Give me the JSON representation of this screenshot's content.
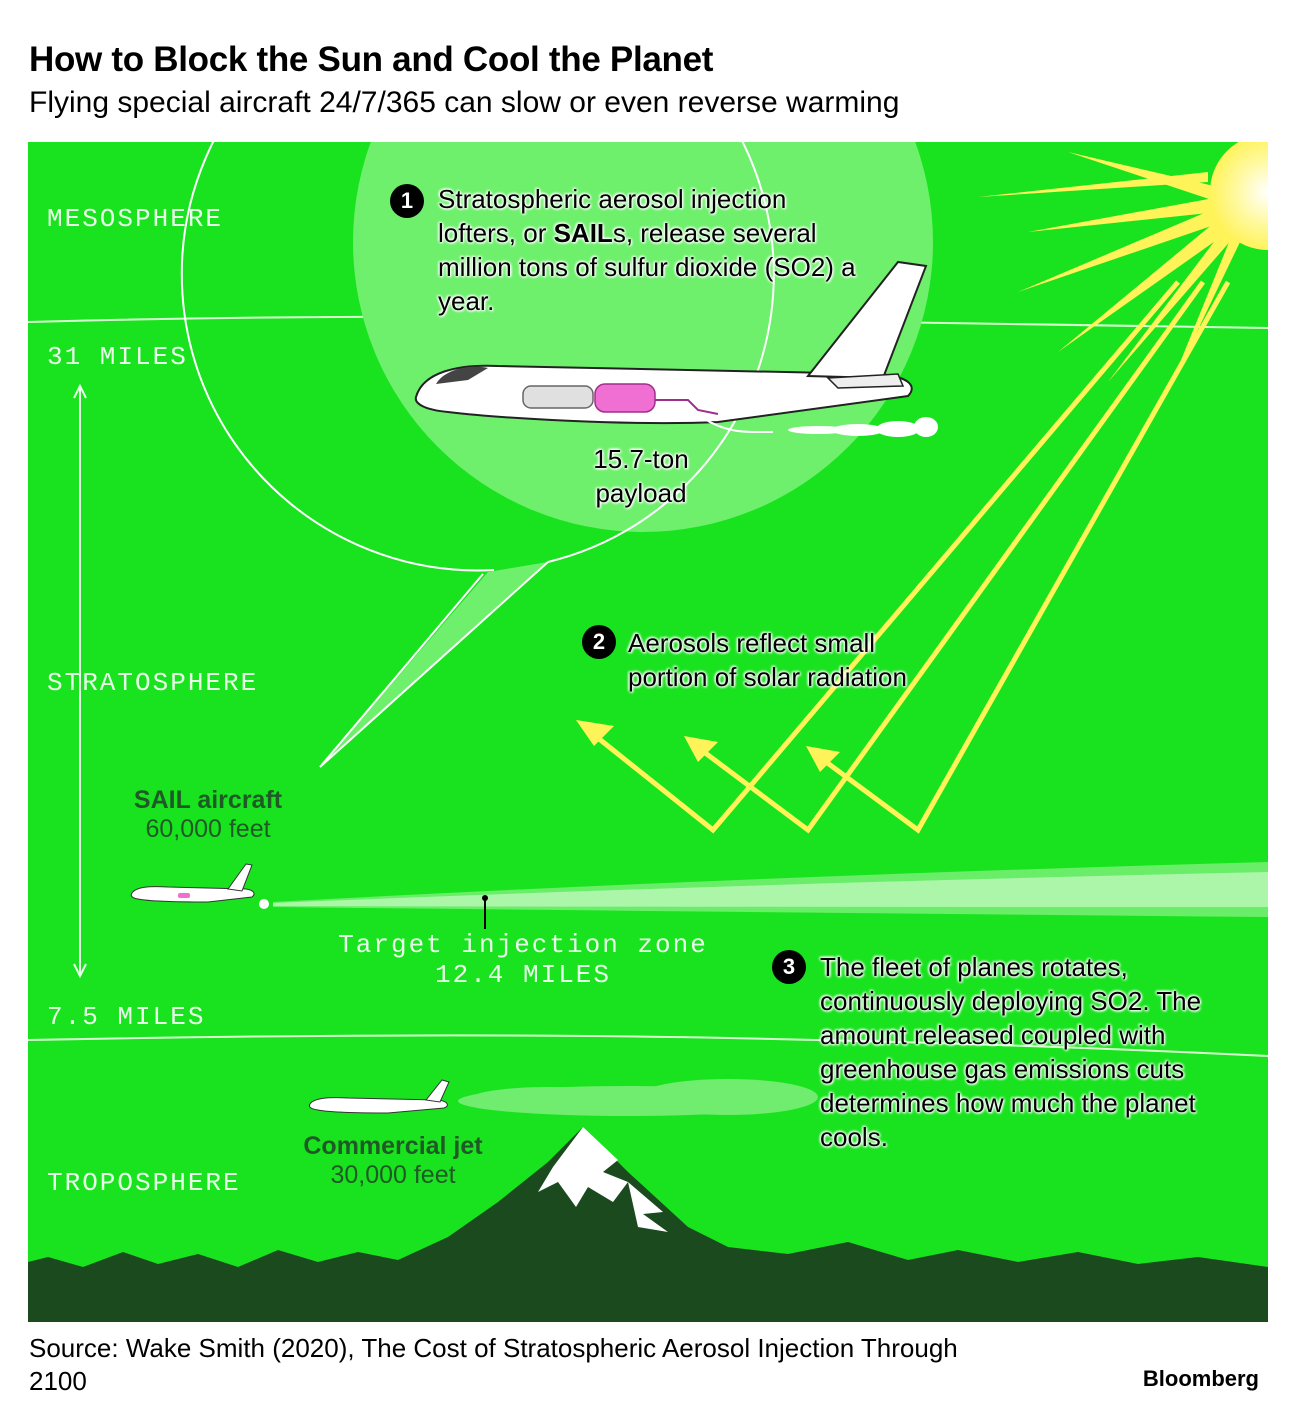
{
  "header": {
    "title": "How to Block the Sun and Cool the Planet",
    "subtitle": "Flying special aircraft 24/7/365 can slow or even reverse warming"
  },
  "layers": {
    "mesosphere": "MESOSPHERE",
    "stratosphere": "STRATOSPHERE",
    "troposphere": "TROPOSPHERE"
  },
  "altitudes": {
    "top": "31 MILES",
    "bottom": "7.5 MILES"
  },
  "callouts": {
    "step1_number": "1",
    "step1_text_a": "Stratospheric aerosol injection lofters, or ",
    "step1_text_bold": "SAIL",
    "step1_text_b": "s, release several million tons of sulfur dioxide (SO2) a year.",
    "payload": "15.7-ton payload",
    "step2_number": "2",
    "step2_text": "Aerosols reflect small portion of solar radiation",
    "step3_number": "3",
    "step3_text": "The fleet of planes rotates, continuously deploying SO2. The amount released coupled with greenhouse gas emissions cuts determines how much the planet cools."
  },
  "aircraft": {
    "sail_name": "SAIL aircraft",
    "sail_altitude": "60,000 feet",
    "commercial_name": "Commercial jet",
    "commercial_altitude": "30,000 feet"
  },
  "zone": {
    "label": "Target injection zone",
    "altitude": "12.4 MILES"
  },
  "footer": {
    "source": "Source: Wake Smith (2020), The Cost of Stratospheric Aerosol Injection Through 2100",
    "brand": "Bloomberg"
  },
  "colors": {
    "sky": "#19e31f",
    "bubble": "#6ef06c",
    "sun": "#fff35a",
    "mountains": "#1b4a1f"
  }
}
